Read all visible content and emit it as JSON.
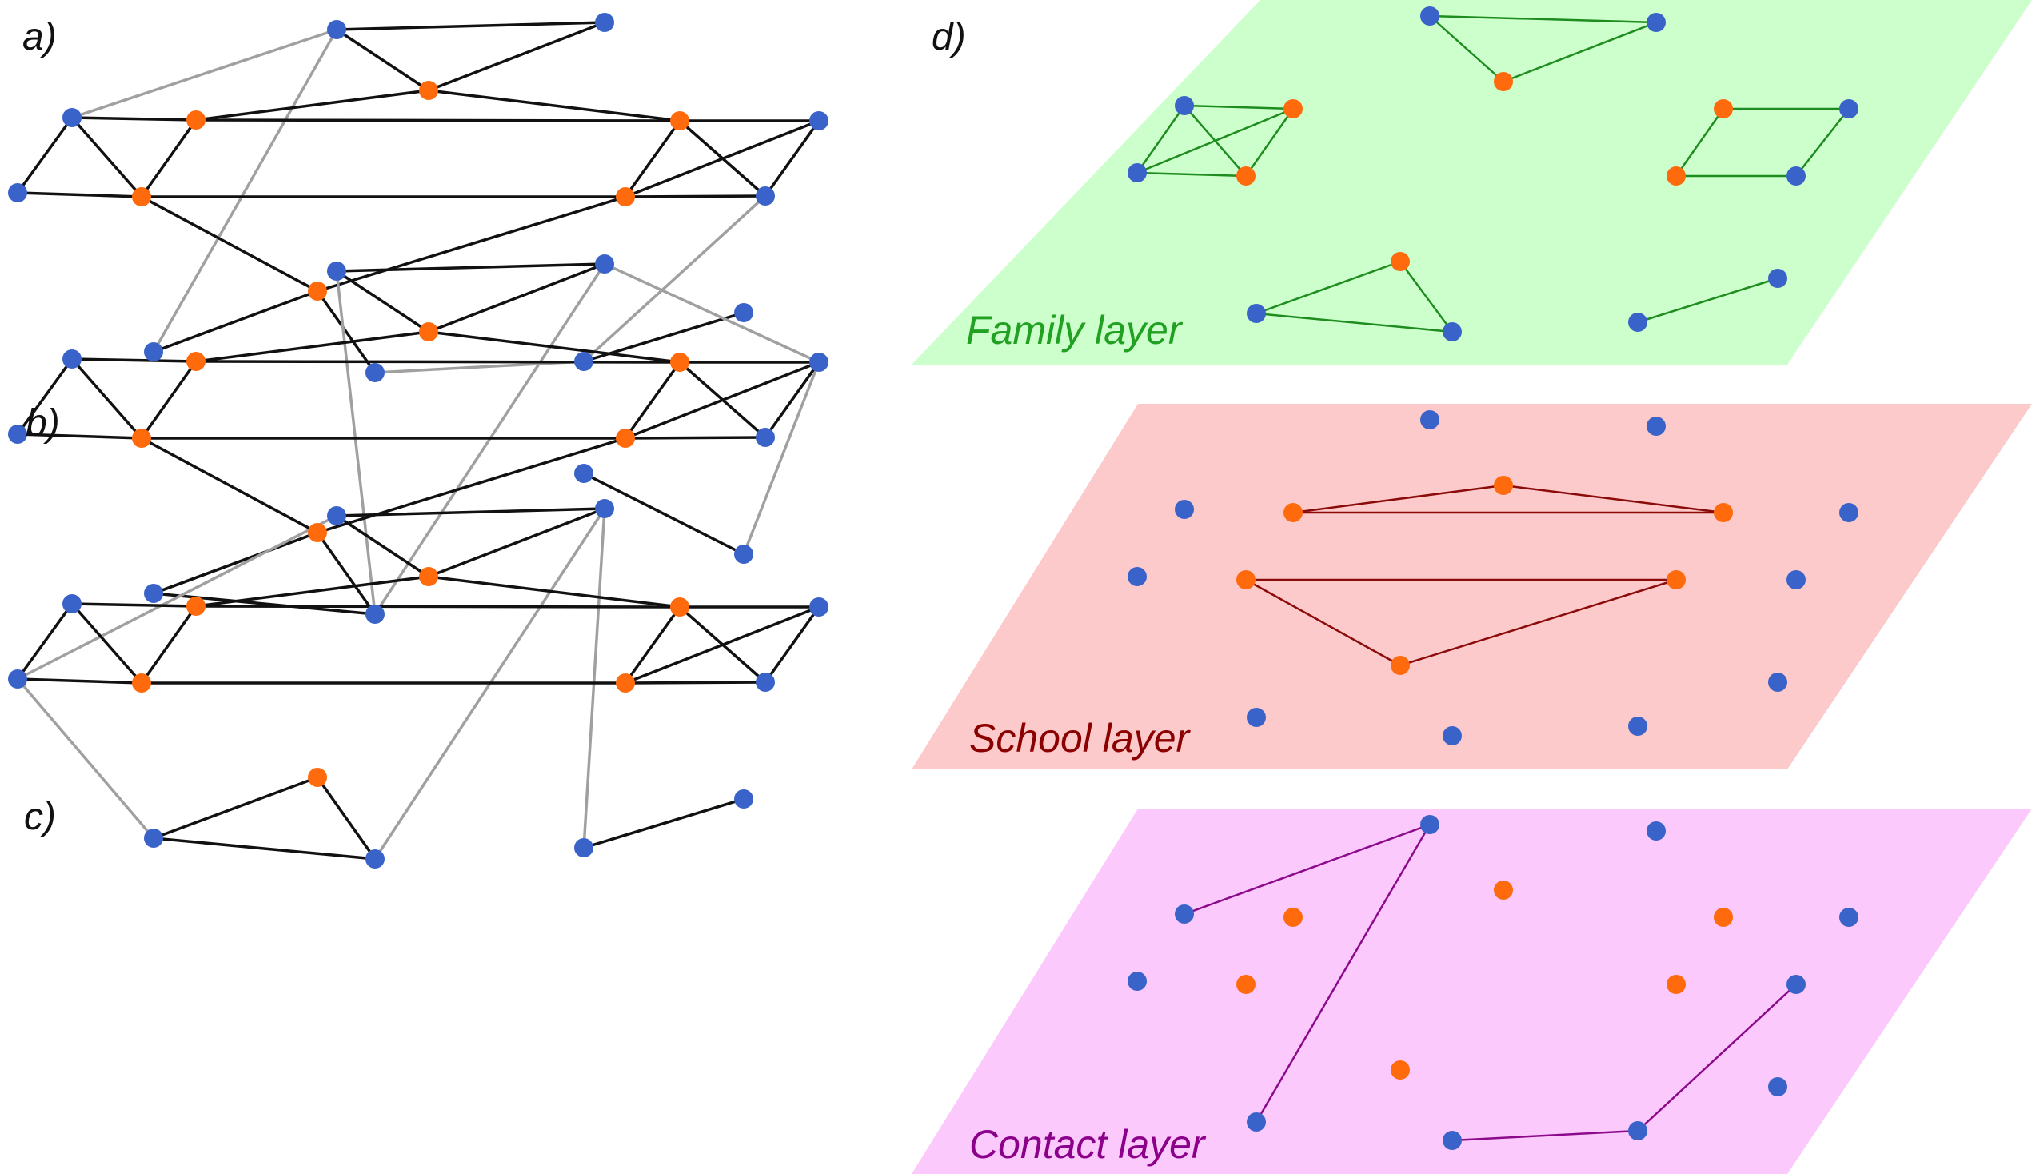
{
  "colors": {
    "blue_node": "#3a63c9",
    "orange_node": "#ff6a0d",
    "edge_black": "#111111",
    "edge_gray": "#a0a0a0",
    "family_fill": "#ccffcc",
    "family_edge": "#1e8c1e",
    "family_text": "#22a022",
    "school_fill": "#fccaca",
    "school_edge": "#8b0a0a",
    "school_text": "#8b0000",
    "contact_fill": "#fcc9fc",
    "contact_edge": "#8b0a8b",
    "contact_text": "#8b008b"
  },
  "panels": [
    {
      "id": "a",
      "label": "a)"
    },
    {
      "id": "b",
      "label": "b)"
    },
    {
      "id": "c",
      "label": "c)"
    },
    {
      "id": "d",
      "label": "d)"
    }
  ],
  "layers": [
    {
      "id": "family",
      "label": "Family layer"
    },
    {
      "id": "school",
      "label": "School layer"
    },
    {
      "id": "contact",
      "label": "Contact layer"
    }
  ]
}
